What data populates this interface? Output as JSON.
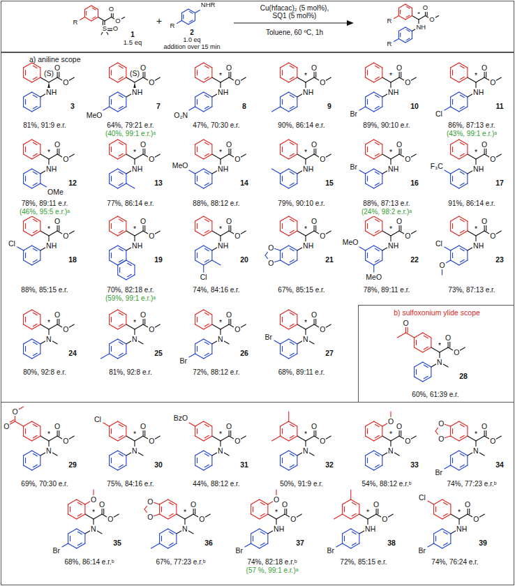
{
  "diagram": {
    "nodes": [
      {
        "text": [
          "Cu(hfacac)₂ (5 mol%),",
          "SQ1 (5 mol%)",
          "Toluene, 60 ºC, 1h"
        ]
      },
      {
        "text": [
          "a) aniline scope"
        ]
      },
      {
        "text": [
          "b) sulfoxonium ylide scope"
        ],
        "in": 1
      }
    ],
    "labels": [
      "O",
      "O",
      "S",
      "O",
      "R",
      "1",
      "1.5 eq",
      "+",
      "NHR",
      "R",
      "2",
      "1.0 eq",
      "addition over 15 min",
      "*",
      "O",
      "O",
      "NH",
      "R",
      "R",
      "(S)",
      "O",
      "O",
      "NH",
      "3",
      "81%, 91:9 e.r.",
      "(S)",
      "O",
      "O",
      "NH",
      "MeO",
      "7",
      "64%, 79:21 e.r.",
      "(40%, 99:1 e.r.)ᵃ",
      "*",
      "O",
      "O",
      "NH",
      "O₂N",
      "8",
      "47%, 70:30 e.r.",
      "*",
      "O",
      "O",
      "NH",
      "9",
      "90%, 86:14 e.r.",
      "*",
      "O",
      "O",
      "NH",
      "Br",
      "10",
      "89%, 90:10 e.r.",
      "*",
      "O",
      "O",
      "NH",
      "Cl",
      "11",
      "86%, 87:13 e.r.",
      "(43%, 99:1 e.r.)ᵃ",
      "*",
      "O",
      "O",
      "NH",
      "OMe",
      "12",
      "78%, 89:11 e.r.",
      "(46%, 95:5 e.r.)ᵃ",
      "*",
      "O",
      "O",
      "NH",
      "13",
      "77%, 86:14 e.r.",
      "*",
      "O",
      "O",
      "NH",
      "MeO",
      "14",
      "88%, 88:12 e.r.",
      "*",
      "O",
      "O",
      "NH",
      "15",
      "79%, 90:10 e.r.",
      "*",
      "O",
      "O",
      "NH",
      "Br",
      "16",
      "88%, 87:13 e.r.",
      "(24%, 98:2 e.r.)ᵃ",
      "*",
      "O",
      "O",
      "NH",
      "F₃C",
      "17",
      "91%, 86:14 e.r.",
      "*",
      "O",
      "O",
      "NH",
      "Cl",
      "18",
      "88%, 85:15 e.r.",
      "*",
      "O",
      "O",
      "NH",
      "19",
      "70%, 82:18 e.r.",
      "(59%, 99:1 e.r.)ᵃ",
      "*",
      "O",
      "O",
      "NH",
      "Cl",
      "20",
      "74%, 84:16 e.r.",
      "*",
      "O",
      "O",
      "NH",
      "O",
      "O",
      "21",
      "67%, 85:15 e.r.",
      "*",
      "O",
      "O",
      "NH",
      "MeO",
      "MeO",
      "22",
      "78%, 89:11 e.r.",
      "*",
      "O",
      "O",
      "NH",
      "Cl",
      "O",
      "23",
      "73%, 87:13 e.r.",
      "*",
      "O",
      "O",
      "N",
      "24",
      "80%, 92:8 e.r.",
      "*",
      "O",
      "O",
      "N",
      "25",
      "81%, 92:8 e.r.",
      "*",
      "O",
      "O",
      "N",
      "Br",
      "26",
      "72%, 88:12 e.r.",
      "*",
      "O",
      "O",
      "N",
      "Br",
      "27",
      "68%, 89:11 e.r.",
      "*",
      "O",
      "O",
      "N",
      "O",
      "28",
      "60%, 61:39 e.r.",
      "*",
      "O",
      "O",
      "N",
      "O",
      "O",
      "29",
      "69%, 70:30 e.r.",
      "*",
      "O",
      "O",
      "N",
      "Cl",
      "30",
      "75%, 84:16 e.r.",
      "*",
      "O",
      "O",
      "N",
      "BzO",
      "31",
      "44%, 88:12 e.r.",
      "*",
      "O",
      "O",
      "N",
      "32",
      "50%, 91:9 e.r.",
      "*",
      "O",
      "O",
      "N",
      "O",
      "33",
      "54%, 88:12 e.r.ᵇ",
      "*",
      "O",
      "O",
      "N",
      "O",
      "O",
      "Br",
      "34",
      "74%, 77:23 e.r.ᵇ",
      "*",
      "O",
      "O",
      "N",
      "O",
      "Br",
      "35",
      "68%, 86:14 e.r.ᵇ",
      "*",
      "O",
      "O",
      "N",
      "O",
      "O",
      "36",
      "67%, 77:23 e.r.ᵇ",
      "*",
      "O",
      "O",
      "NH",
      "O",
      "Br",
      "37",
      "74%, 82:18 e.r.ᵇ",
      "(57 %, 99:1 e.r.)ᵃ",
      "*",
      "O",
      "O",
      "NH",
      "Br",
      "38",
      "72%, 85:15 e.r.",
      "*",
      "O",
      "O",
      "NH",
      "Cl",
      "Br",
      "39",
      "74%, 76:24 e.r."
    ]
  }
}
